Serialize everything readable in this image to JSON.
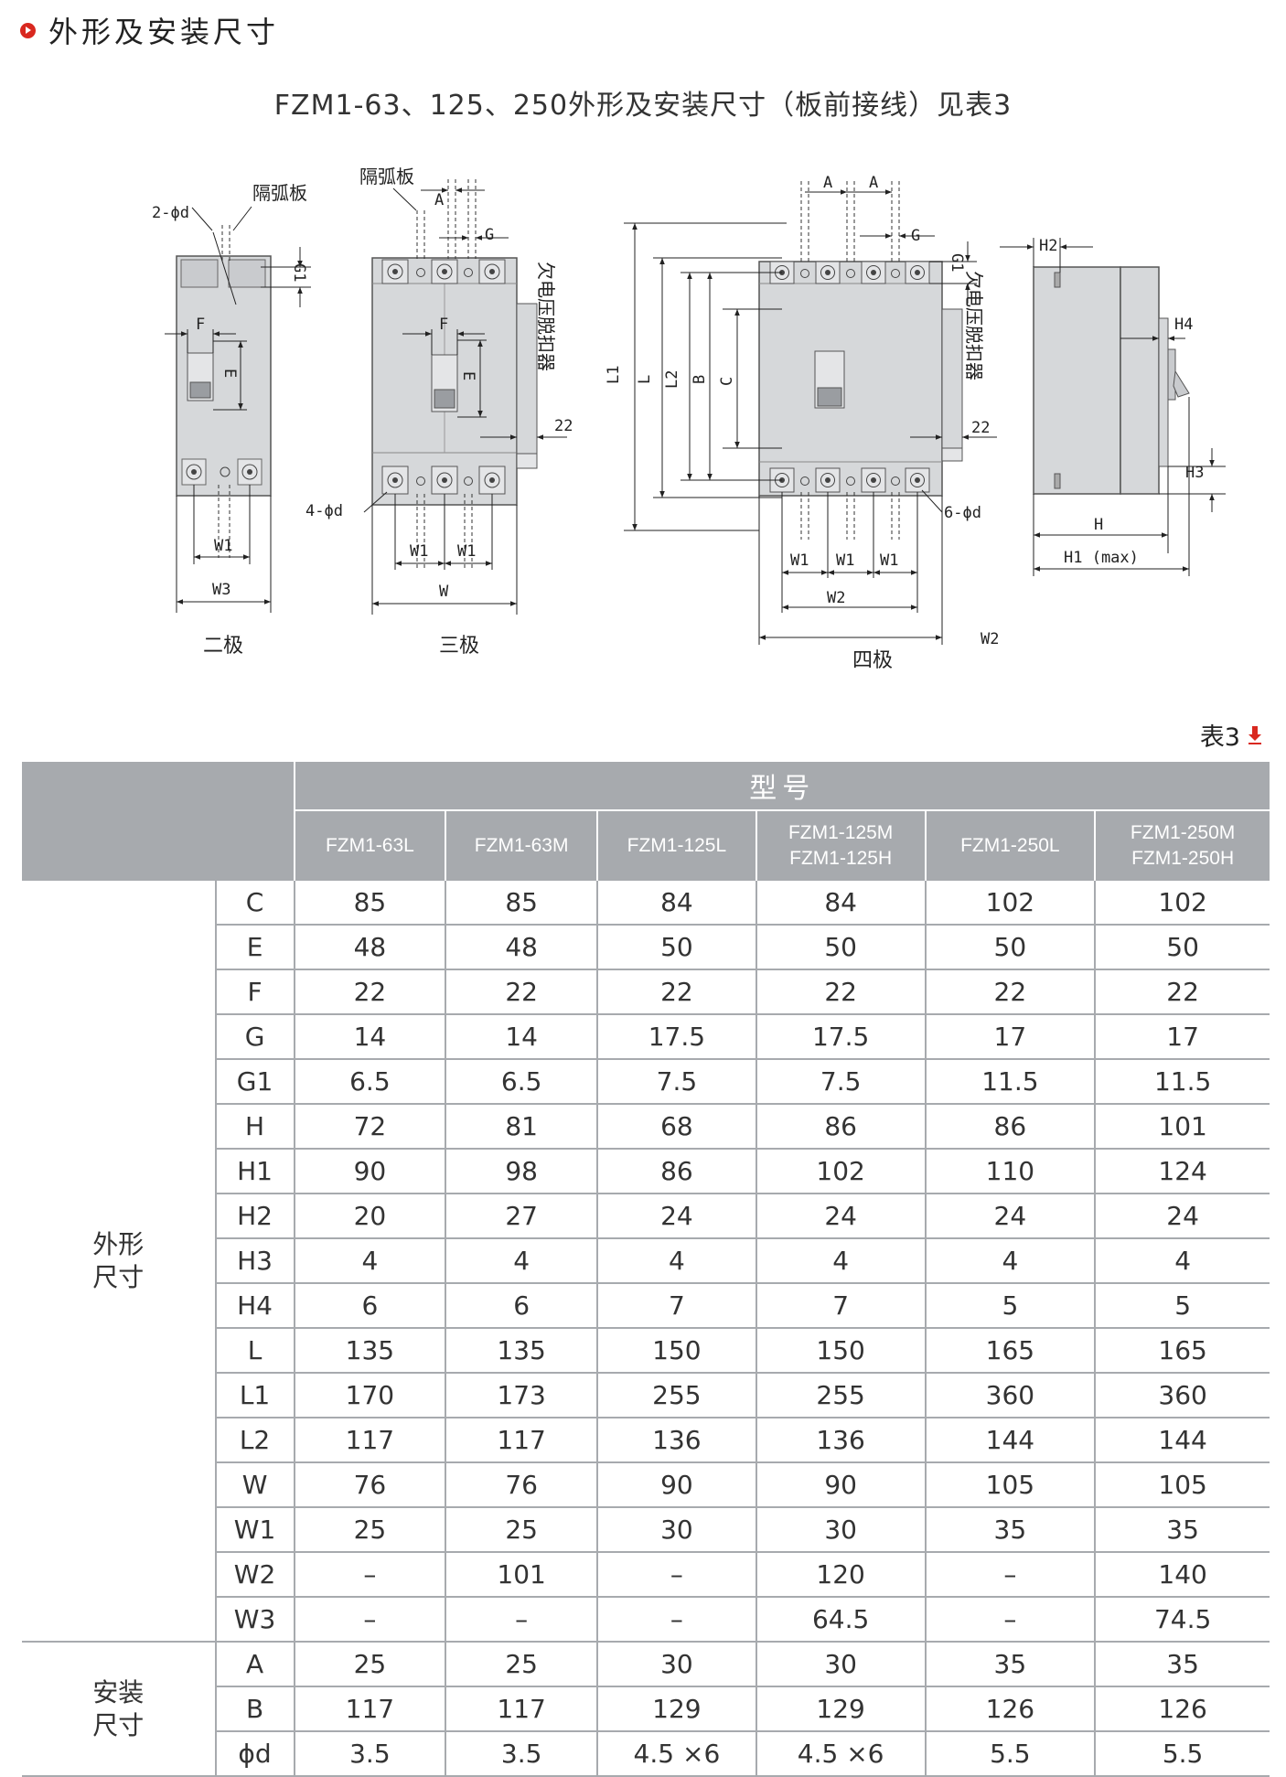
{
  "section": {
    "title": "外形及安装尺寸"
  },
  "subtitle": "FZM1-63、125、250外形及安装尺寸（板前接线）见表3",
  "drawing": {
    "labels": {
      "arc_plate": "隔弧板",
      "hole_2": "2-ϕd",
      "hole_4": "4-ϕd",
      "hole_6": "6-ϕd",
      "undervoltage": "欠电压脱扣器",
      "d22": "22",
      "A": "A",
      "G": "G",
      "G1": "G1",
      "F": "F",
      "E": "E",
      "W": "W",
      "W1": "W1",
      "W2": "W2",
      "W3": "W3",
      "L1": "L1",
      "L": "L",
      "L2": "L2",
      "B": "B",
      "C": "C",
      "H": "H",
      "H1max": "H1 (max)",
      "H2": "H2",
      "H3": "H3",
      "H4": "H4"
    },
    "captions": {
      "two_pole": "二极",
      "three_pole": "三极",
      "four_pole": "四极"
    }
  },
  "table": {
    "caption": "表3",
    "header_title": "型号",
    "models": [
      [
        "FZM1-63L"
      ],
      [
        "FZM1-63M"
      ],
      [
        "FZM1-125L"
      ],
      [
        "FZM1-125M",
        "FZM1-125H"
      ],
      [
        "FZM1-250L"
      ],
      [
        "FZM1-250M",
        "FZM1-250H"
      ]
    ],
    "groups": [
      {
        "label": [
          "外形",
          "尺寸"
        ],
        "rows": [
          {
            "param": "C",
            "values": [
              "85",
              "85",
              "84",
              "84",
              "102",
              "102"
            ]
          },
          {
            "param": "E",
            "values": [
              "48",
              "48",
              "50",
              "50",
              "50",
              "50"
            ]
          },
          {
            "param": "F",
            "values": [
              "22",
              "22",
              "22",
              "22",
              "22",
              "22"
            ]
          },
          {
            "param": "G",
            "values": [
              "14",
              "14",
              "17.5",
              "17.5",
              "17",
              "17"
            ]
          },
          {
            "param": "G1",
            "values": [
              "6.5",
              "6.5",
              "7.5",
              "7.5",
              "11.5",
              "11.5"
            ]
          },
          {
            "param": "H",
            "values": [
              "72",
              "81",
              "68",
              "86",
              "86",
              "101"
            ]
          },
          {
            "param": "H1",
            "values": [
              "90",
              "98",
              "86",
              "102",
              "110",
              "124"
            ]
          },
          {
            "param": "H2",
            "values": [
              "20",
              "27",
              "24",
              "24",
              "24",
              "24"
            ]
          },
          {
            "param": "H3",
            "values": [
              "4",
              "4",
              "4",
              "4",
              "4",
              "4"
            ]
          },
          {
            "param": "H4",
            "values": [
              "6",
              "6",
              "7",
              "7",
              "5",
              "5"
            ]
          },
          {
            "param": "L",
            "values": [
              "135",
              "135",
              "150",
              "150",
              "165",
              "165"
            ]
          },
          {
            "param": "L1",
            "values": [
              "170",
              "173",
              "255",
              "255",
              "360",
              "360"
            ]
          },
          {
            "param": "L2",
            "values": [
              "117",
              "117",
              "136",
              "136",
              "144",
              "144"
            ]
          },
          {
            "param": "W",
            "values": [
              "76",
              "76",
              "90",
              "90",
              "105",
              "105"
            ]
          },
          {
            "param": "W1",
            "values": [
              "25",
              "25",
              "30",
              "30",
              "35",
              "35"
            ]
          },
          {
            "param": "W2",
            "values": [
              "–",
              "101",
              "–",
              "120",
              "–",
              "140"
            ]
          },
          {
            "param": "W3",
            "values": [
              "–",
              "–",
              "–",
              "64.5",
              "–",
              "74.5"
            ]
          }
        ]
      },
      {
        "label": [
          "安装",
          "尺寸"
        ],
        "rows": [
          {
            "param": "A",
            "values": [
              "25",
              "25",
              "30",
              "30",
              "35",
              "35"
            ]
          },
          {
            "param": "B",
            "values": [
              "117",
              "117",
              "129",
              "129",
              "126",
              "126"
            ]
          },
          {
            "param": "ϕd",
            "values": [
              "3.5",
              "3.5",
              "4.5 ×6",
              "4.5 ×6",
              "5.5",
              "5.5"
            ]
          }
        ]
      }
    ]
  },
  "colors": {
    "accent": "#d9281f",
    "header_bg": "#a7aaae",
    "device_fill": "#d6d8da"
  }
}
